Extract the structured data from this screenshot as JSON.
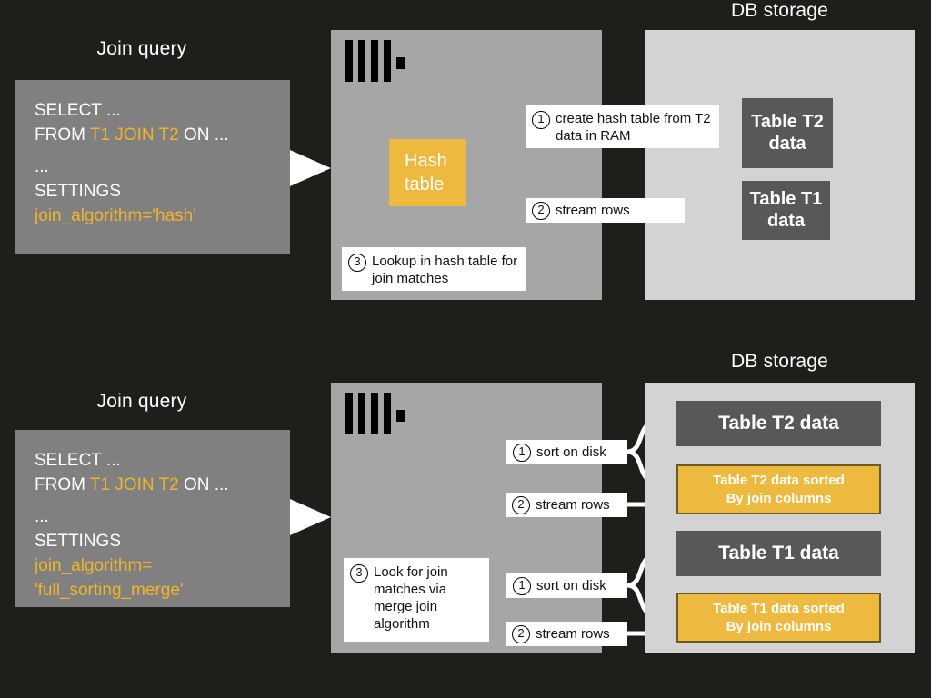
{
  "palette": {
    "background": "#1e1e1a",
    "server_panel": "#a6a6a6",
    "storage_panel": "#d3d3d3",
    "query_box": "#808080",
    "table_box": "#585858",
    "accent_yellow": "#edb93e",
    "text_white": "#ffffff",
    "text_black": "#111111"
  },
  "sections": [
    {
      "id": "hash-join",
      "query_heading": "Join query",
      "storage_heading": "DB storage",
      "query": {
        "lines": [
          {
            "text": "SELECT ..."
          },
          {
            "prefix": "FROM ",
            "highlight": "T1 JOIN T2",
            "suffix": " ON ..."
          },
          {
            "gap": true
          },
          {
            "text": "..."
          },
          {
            "text": "SETTINGS"
          },
          {
            "text": "join_algorithm='hash'",
            "color": "orange"
          }
        ]
      },
      "server": {
        "logo": "clickhouse-logo",
        "hash_table_label_line1": "Hash",
        "hash_table_label_line2": "table",
        "callout_3": {
          "num": "3",
          "text": "Lookup in hash table for join matches"
        }
      },
      "storage": {
        "callouts": [
          {
            "num": "1",
            "text": "create hash table from T2 data in RAM"
          },
          {
            "num": "2",
            "text": "stream rows"
          }
        ],
        "tables": [
          {
            "label": "Table T2 data"
          },
          {
            "label": "Table T1 data"
          }
        ]
      }
    },
    {
      "id": "full-sorting-merge-join",
      "query_heading": "Join query",
      "storage_heading": "DB storage",
      "query": {
        "lines": [
          {
            "text": "SELECT ..."
          },
          {
            "prefix": "FROM ",
            "highlight": "T1 JOIN T2",
            "suffix": " ON ..."
          },
          {
            "gap": true
          },
          {
            "text": "..."
          },
          {
            "text": "SETTINGS"
          },
          {
            "text": "join_algorithm=",
            "color": "orange"
          },
          {
            "text": "'full_sorting_merge'",
            "color": "orange"
          }
        ]
      },
      "server": {
        "logo": "clickhouse-logo",
        "callout_3": {
          "num": "3",
          "text": "Look for join matches via merge join algorithm"
        }
      },
      "storage": {
        "callouts": [
          {
            "num": "1",
            "text": "sort on disk"
          },
          {
            "num": "2",
            "text": "stream rows"
          },
          {
            "num": "1",
            "text": "sort on disk"
          },
          {
            "num": "2",
            "text": "stream rows"
          }
        ],
        "tables": [
          {
            "label": "Table T2 data",
            "kind": "raw"
          },
          {
            "label_line1": "Table T2 data sorted",
            "label_line2": "By join columns",
            "kind": "sorted"
          },
          {
            "label": "Table T1 data",
            "kind": "raw"
          },
          {
            "label_line1": "Table T1 data sorted",
            "label_line2": "By join columns",
            "kind": "sorted"
          }
        ]
      }
    }
  ]
}
